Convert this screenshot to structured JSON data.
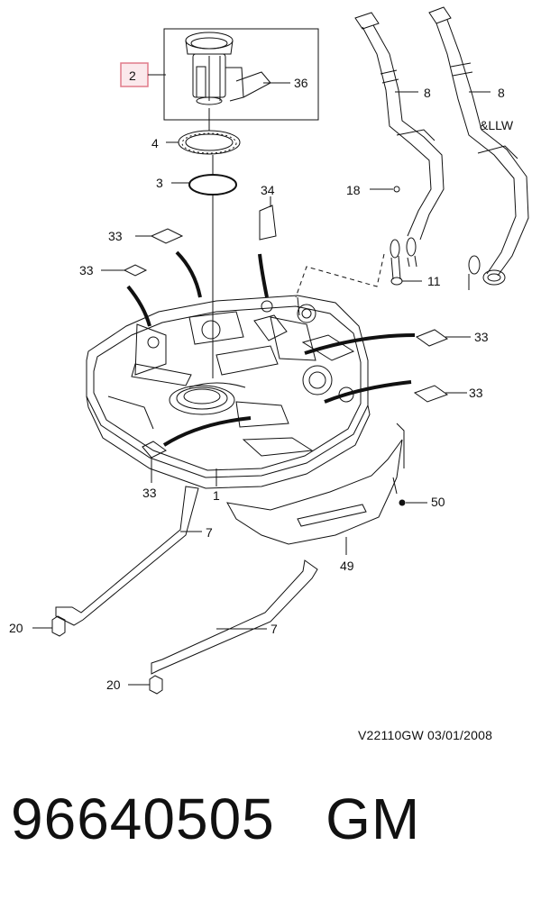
{
  "highlight_color": "#e07b8a",
  "callouts": {
    "c2": "2",
    "c36": "36",
    "c4": "4",
    "c3": "3",
    "c34": "34",
    "c33a": "33",
    "c33b": "33",
    "c33c": "33",
    "c33d": "33",
    "c33e": "33",
    "c8a": "8",
    "c8b": "8",
    "llw": "&LLW",
    "c18": "18",
    "c11": "11",
    "c1": "1",
    "c50": "50",
    "c49": "49",
    "c7a": "7",
    "c7b": "7",
    "c20a": "20",
    "c20b": "20"
  },
  "footer": {
    "ref_code": "V22110GW  03/01/2008",
    "part_number": "96640505",
    "brand": "GM"
  }
}
